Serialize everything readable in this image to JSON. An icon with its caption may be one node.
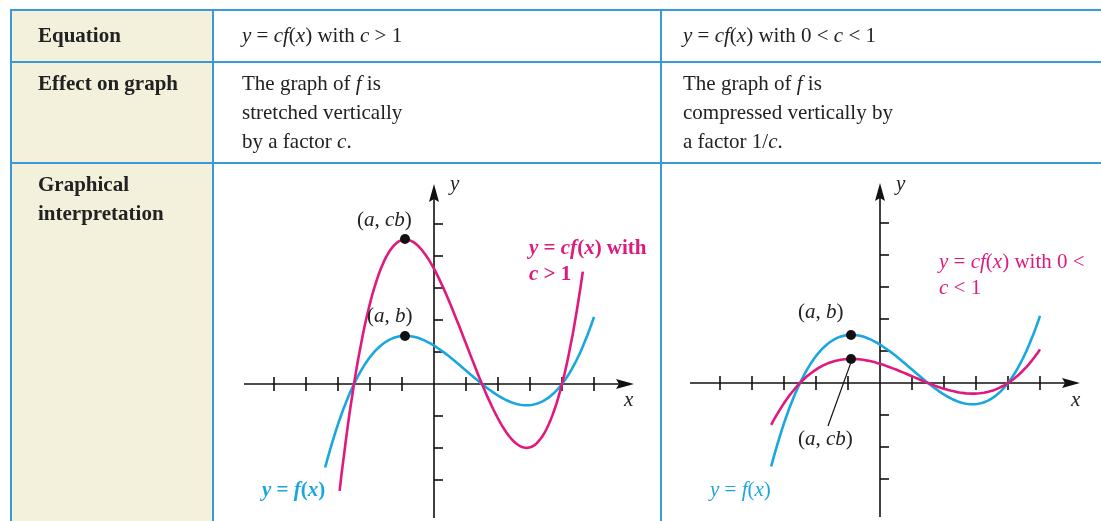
{
  "diagram": {
    "nodes": [
      {
        "text": [
          "(*a*, *cb*)"
        ]
      },
      {
        "text": [],
        "shape": "circle"
      }
    ],
    "edges": [
      {
        "from": 0,
        "to": 1,
        "arrow": "none"
      }
    ],
    "labels": [
      "Equation",
      "*y* = *cf*(*x*) with *c* > 1",
      "*y* = *cf*(*x*) with 0 < *c* < 1",
      "Effect on graph",
      "The graph of *f* is stretched vertically by a factor *c*.",
      "The graph of *f* is compressed vertically by a factor 1/*c*.",
      "Graphical interpretation",
      "*y*",
      "(*a*, *cb*)",
      "*y* = *cf*(*x*) with *c* > 1",
      "(*a*, *b*)",
      "*x*",
      "*y* = *f*(*x*)",
      "*y*",
      "*y* = *cf*(*x*) with 0 < *c* < 1",
      "(*a*, *b*)",
      "*x*",
      "*y* = *f*(*x*)"
    ]
  }
}
